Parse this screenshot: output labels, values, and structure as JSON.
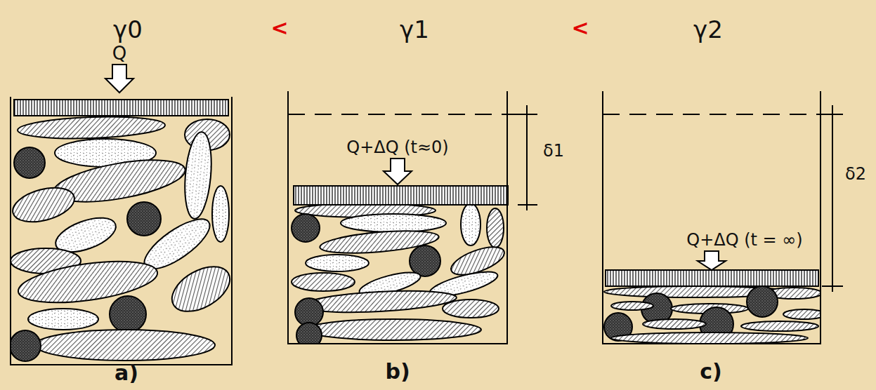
{
  "diagram": {
    "labels": [
      "γ0",
      "<",
      "γ1",
      "<",
      "γ2",
      "Q",
      "Q+ΔQ (t≈0)",
      "δ1",
      "Q+ΔQ (t = ∞)",
      "δ2",
      "a)",
      "b)",
      "c)"
    ]
  }
}
